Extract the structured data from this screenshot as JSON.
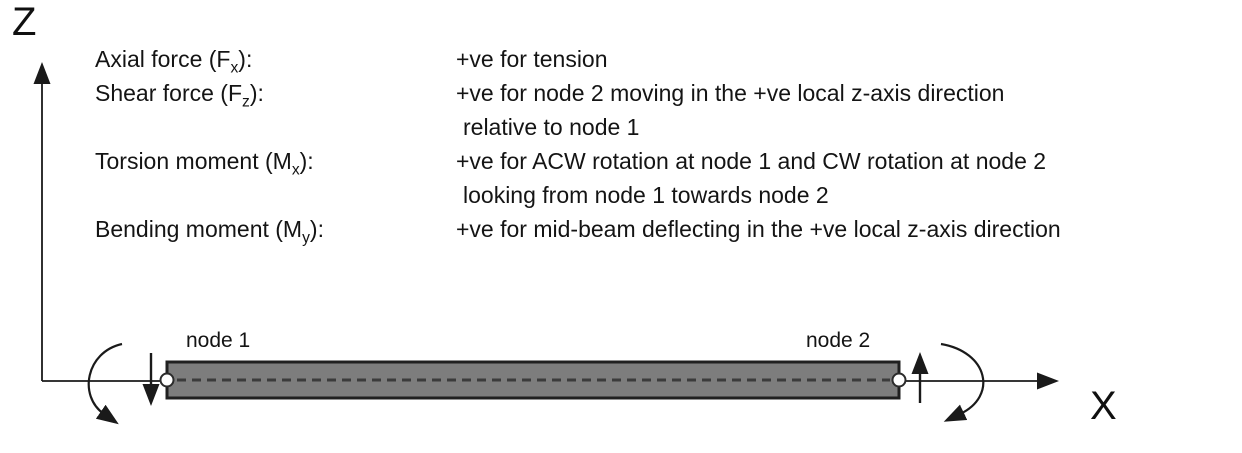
{
  "figure": {
    "axes": {
      "z_label": "Z",
      "x_label": "X"
    },
    "beam": {
      "node1_label": "node 1",
      "node2_label": "node 2",
      "fill_color": "#7d7d7d",
      "centerline_color": "#3b3b3b"
    },
    "conventions": {
      "rows": [
        {
          "term": {
            "prefix": "Axial force (F",
            "sub": "x",
            "suffix": "):"
          },
          "lines": [
            "+ve for tension"
          ]
        },
        {
          "term": {
            "prefix": "Shear force (F",
            "sub": "z",
            "suffix": "):"
          },
          "lines": [
            "+ve for node 2 moving in the +ve local z-axis direction",
            "relative to node 1"
          ]
        },
        {
          "term": {
            "prefix": "Torsion moment (M",
            "sub": "x",
            "suffix": "):"
          },
          "lines": [
            "+ve for ACW rotation at node 1 and CW rotation at node 2",
            "looking from node 1 towards node 2"
          ]
        },
        {
          "term": {
            "prefix": "Bending moment (M",
            "sub": "y",
            "suffix": "):"
          },
          "lines": [
            "+ve for mid-beam deflecting in the +ve local z-axis direction"
          ]
        }
      ]
    }
  }
}
